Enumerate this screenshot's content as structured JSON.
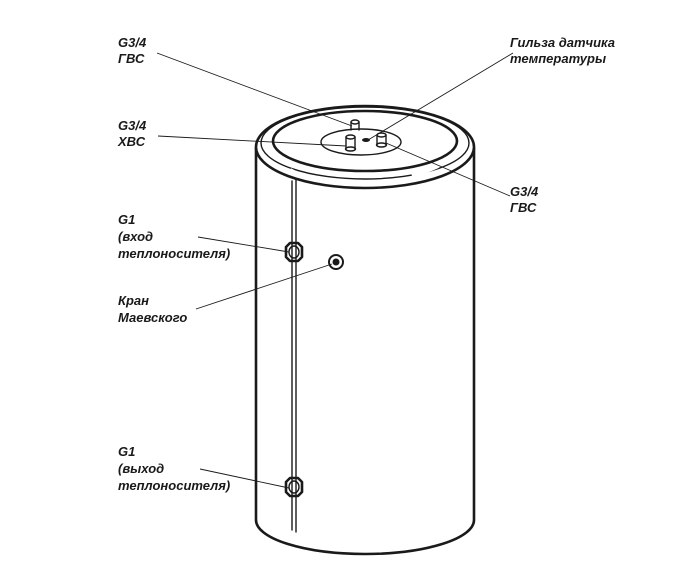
{
  "labels": {
    "dhw_out_left": {
      "line1": "G3/4",
      "line2": "ГВС"
    },
    "sensor_sleeve": {
      "line1": "Гильза датчика",
      "line2": "температуры"
    },
    "cold_water_in": {
      "line1": "G3/4",
      "line2": "ХВС"
    },
    "dhw_out_right": {
      "line1": "G3/4",
      "line2": "ГВС"
    },
    "heat_inlet": {
      "line1": "G1",
      "line2": "(вход",
      "line3": "теплоносителя)"
    },
    "mayevsky_valve": {
      "line1": "Кран",
      "line2": "Маевского"
    },
    "heat_outlet": {
      "line1": "G1",
      "line2": "(выход",
      "line3": "теплоносителя)"
    }
  }
}
